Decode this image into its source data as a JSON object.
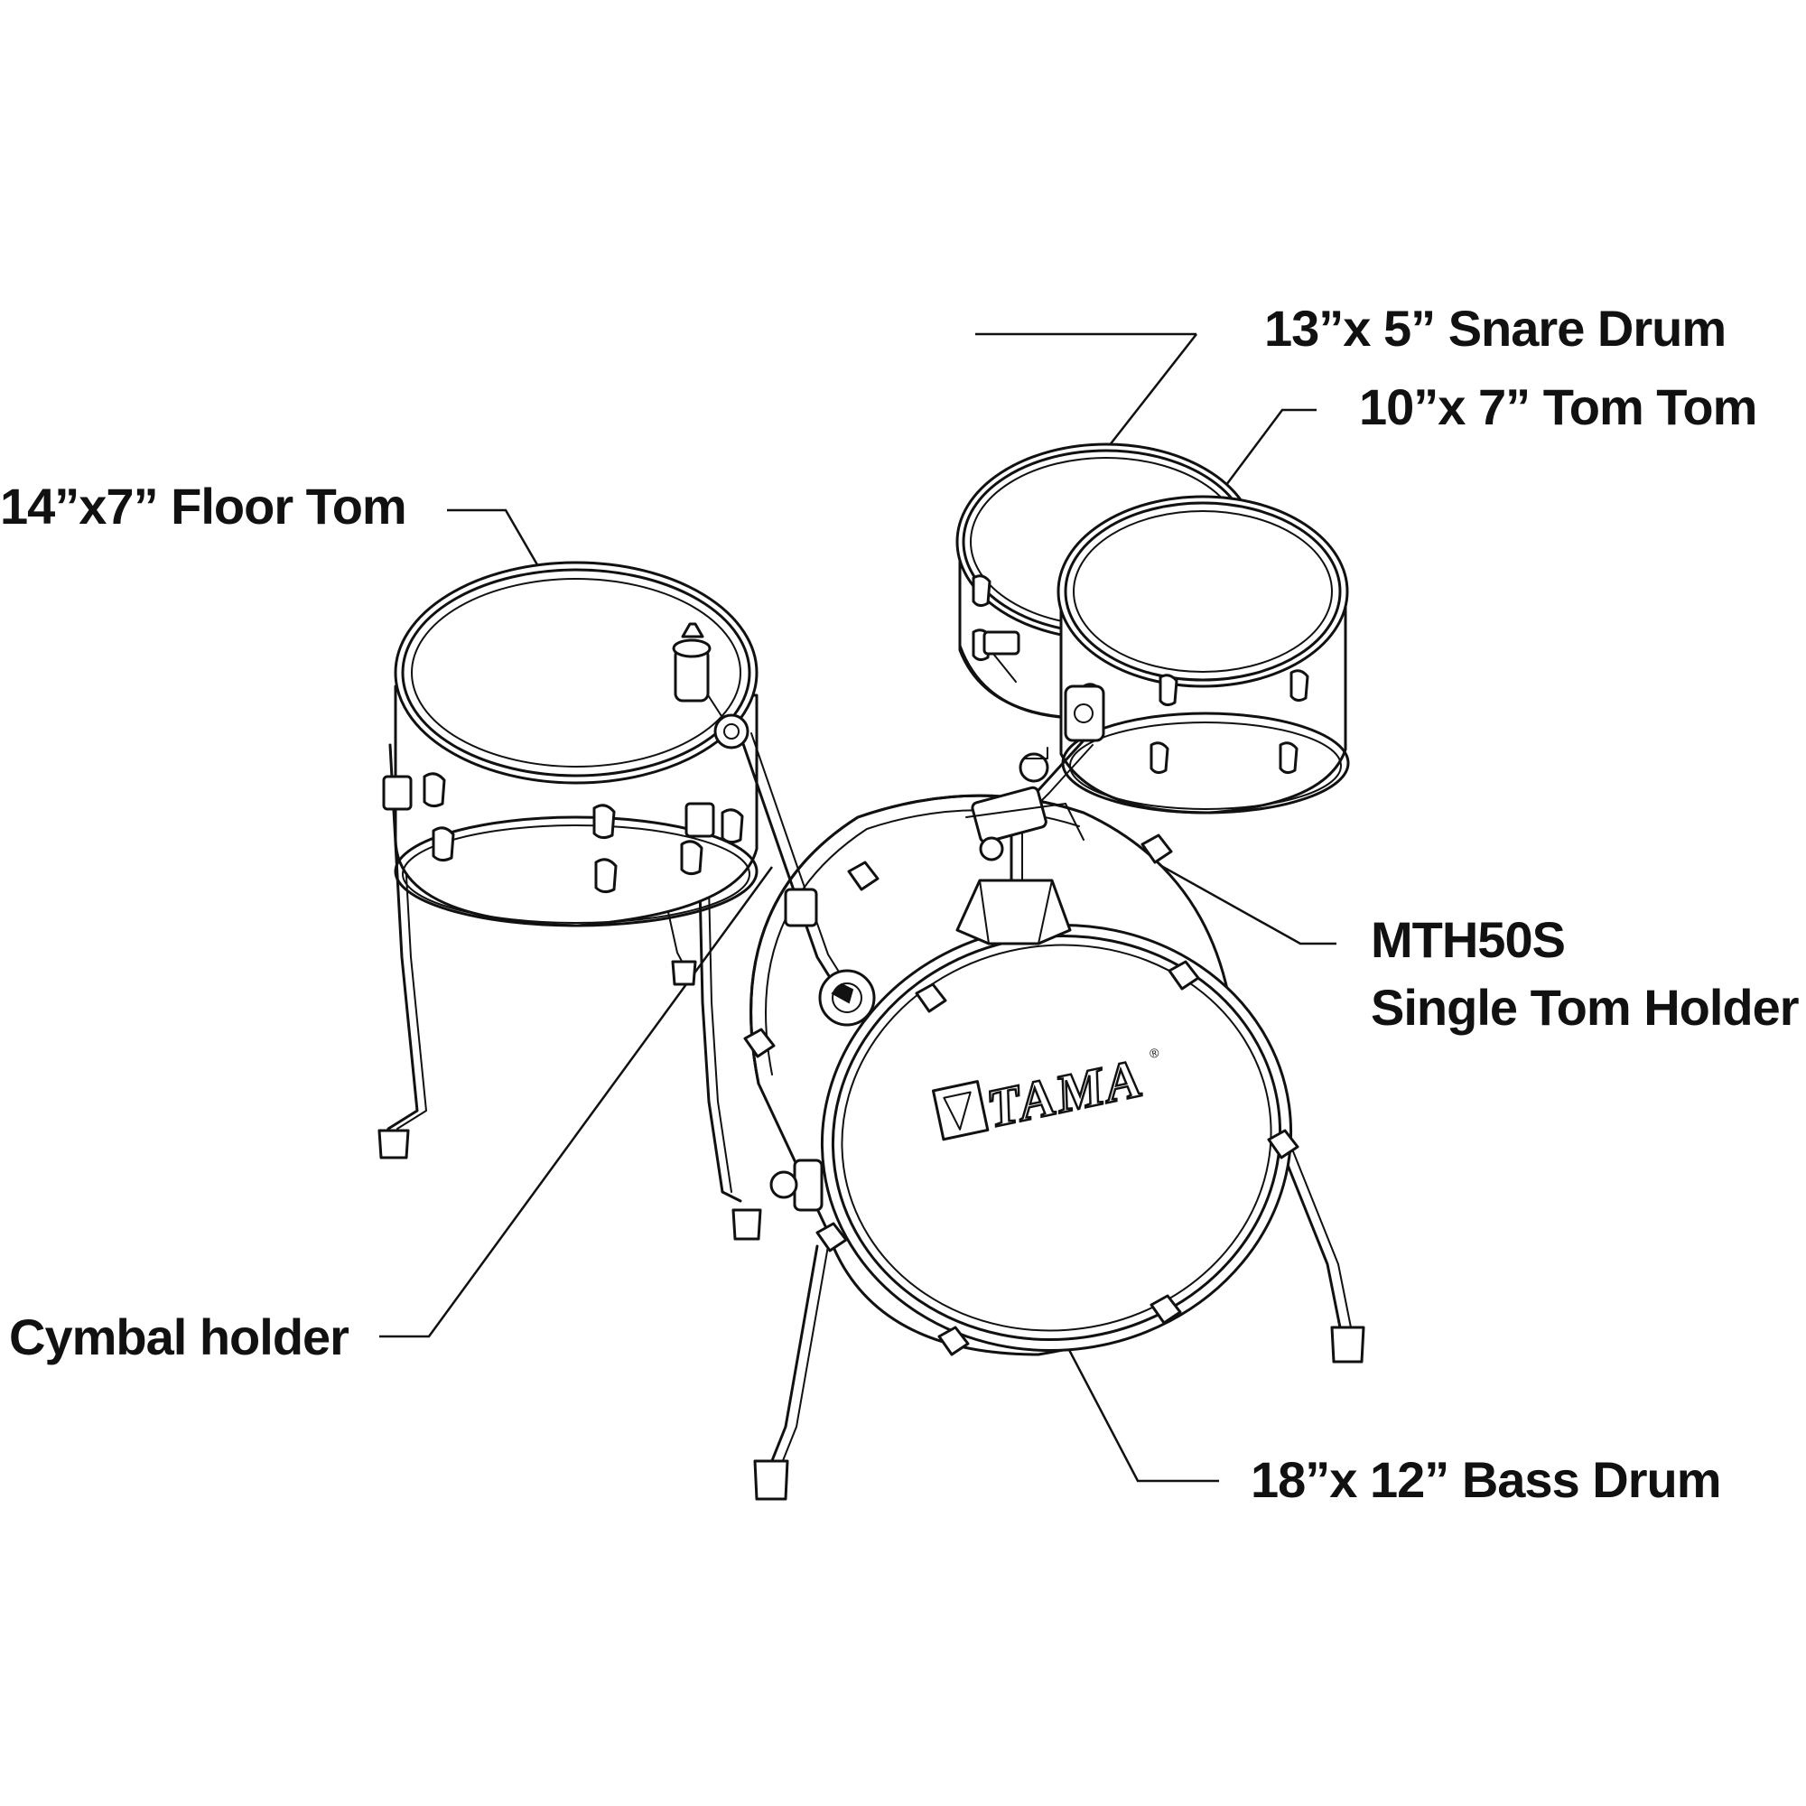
{
  "callouts": {
    "snare": "13”x 5” Snare Drum",
    "tom": "10”x 7” Tom Tom",
    "floor_tom": "14”x7” Floor Tom",
    "holder_model": "MTH50S",
    "holder_name": "Single Tom Holder",
    "cymbal": "Cymbal holder",
    "bass": "18”x 12” Bass Drum"
  },
  "logo": {
    "brand": "TAMA"
  },
  "colors": {
    "ink": "#111111",
    "background": "#ffffff"
  }
}
